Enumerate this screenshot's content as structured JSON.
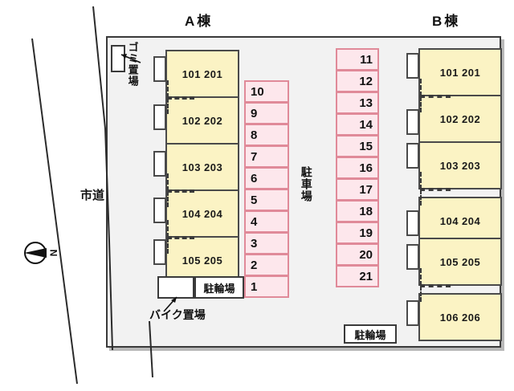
{
  "plan": {
    "title_a": "A棟",
    "title_b": "B棟",
    "road_label": "市道",
    "compass_label": "N"
  },
  "buildings": [
    {
      "id": "a",
      "name": "A棟",
      "units": [
        {
          "label": "101  201"
        },
        {
          "label": "102  202"
        },
        {
          "label": "103  203"
        },
        {
          "label": "104  204"
        },
        {
          "label": "105  205"
        }
      ]
    },
    {
      "id": "b",
      "name": "B棟",
      "units": [
        {
          "label": "101  201"
        },
        {
          "label": "102  202"
        },
        {
          "label": "103  203"
        },
        {
          "label": "104  204"
        },
        {
          "label": "105  205"
        },
        {
          "label": "106  206"
        }
      ]
    }
  ],
  "parking": {
    "label": "駐車場",
    "left_column": [
      "10",
      "9",
      "8",
      "7",
      "6",
      "5",
      "4",
      "3",
      "2",
      "1"
    ],
    "right_column": [
      "11",
      "12",
      "13",
      "14",
      "15",
      "16",
      "17",
      "18",
      "19",
      "20",
      "21"
    ]
  },
  "facilities": {
    "garbage": "ゴミ置場",
    "bicycle_a": "駐輪場",
    "bicycle_b": "駐輪場",
    "motorcycle": "バイク置場"
  },
  "colors": {
    "unit_fill": "#fbf3c4",
    "parking_fill": "#fde7ec",
    "parking_border": "#e08a99",
    "site_fill": "#f2f2f2",
    "outline": "#3a3a3a"
  }
}
